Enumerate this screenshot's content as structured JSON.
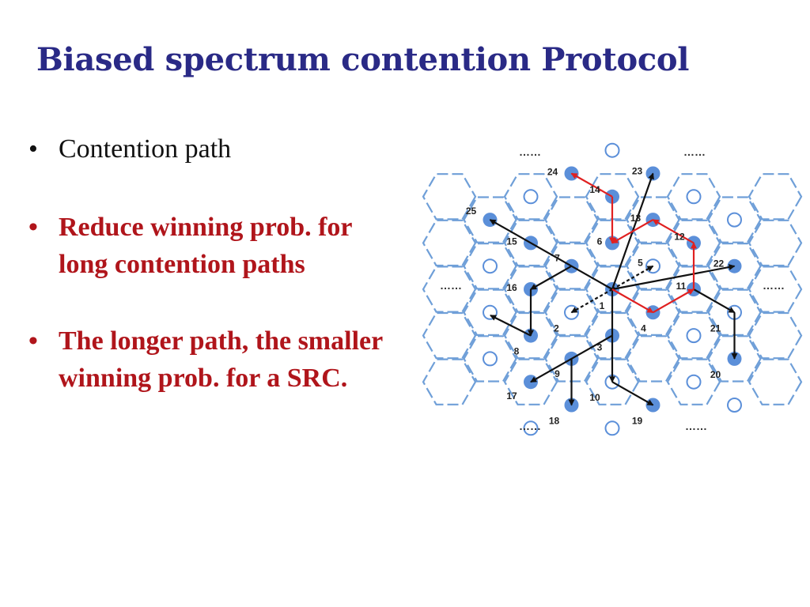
{
  "title": "Biased spectrum contention Protocol",
  "bullets": [
    {
      "text": "Contention path",
      "color": "#111111"
    },
    {
      "text": "Reduce winning prob. for long contention paths",
      "color": "#b0151b"
    },
    {
      "text": "The longer path, the smaller winning prob. for a SRC.",
      "color": "#b0151b"
    }
  ],
  "bullet_glyph": "•",
  "diagram": {
    "ellipsis": "……",
    "colors": {
      "cell_border": "#6f9fd8",
      "node": "#5b8fd9",
      "black_arrow": "#111111",
      "red_arrow": "#e02020"
    },
    "labels": {
      "1": "1",
      "2": "2",
      "3": "3",
      "4": "4",
      "5": "5",
      "6": "6",
      "7": "7",
      "8": "8",
      "9": "9",
      "10": "10",
      "11": "11",
      "12": "12",
      "13": "13",
      "14": "14",
      "15": "15",
      "16": "16",
      "17": "17",
      "18": "18",
      "19": "19",
      "20": "20",
      "21": "21",
      "22": "22",
      "23": "23",
      "24": "24",
      "25": "25"
    }
  }
}
